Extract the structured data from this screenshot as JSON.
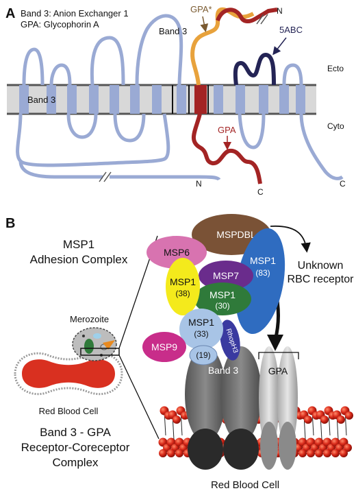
{
  "panel_a": {
    "letter": "A",
    "legend_line1": "Band 3: Anion Exchanger 1",
    "legend_line2": "GPA: Glycophorin A",
    "band3_top_label": "Band 3",
    "band3_membrane_label": "Band 3",
    "gpa_star_label": "GPA*",
    "gpa_label": "GPA",
    "n_top": "N",
    "n_bottom": "N",
    "five_abc_label": "5ABC",
    "ecto_label": "Ecto",
    "cyto_label": "Cyto",
    "c_label_1": "C",
    "c_label_2": "C",
    "colors": {
      "band3": "#9aaad4",
      "gpa": "#a32424",
      "gpa_star": "#e8a23c",
      "five_abc": "#242455",
      "membrane": "#d8d8d8"
    }
  },
  "panel_b": {
    "letter": "B",
    "msp1_complex_line1": "MSP1",
    "msp1_complex_line2": "Adhesion Complex",
    "merozoite_label": "Merozoite",
    "rbc_label": "Red Blood Cell",
    "receptor_line1": "Band 3 - GPA",
    "receptor_line2": "Receptor-Coreceptor",
    "receptor_line3": "Complex",
    "unknown_line1": "Unknown",
    "unknown_line2": "RBC receptor",
    "proteins": {
      "mspdbl": "MSPDBL",
      "msp6": "MSP6",
      "msp1_83": "MSP1",
      "msp1_83_sub": "(83)",
      "msp1_38": "MSP1",
      "msp1_38_sub": "(38)",
      "msp7": "MSP7",
      "msp1_30": "MSP1",
      "msp1_30_sub": "(30)",
      "msp1_33": "MSP1",
      "msp1_33_sub": "(33)",
      "msp1_19_sub": "(19)",
      "rhoph3": "RhopH3",
      "msp9": "MSP9"
    },
    "band3_label": "Band 3",
    "gpa_label": "GPA",
    "membrane_label": "Red Blood Cell",
    "colors": {
      "mspdbl": "#7a5236",
      "msp6": "#d873b0",
      "msp1_83": "#2f6cc0",
      "msp1_38": "#f4ea1c",
      "msp7": "#6a2c8c",
      "msp1_30": "#2f7a3a",
      "msp1_33": "#a8c4e6",
      "rhoph3": "#3a3aa0",
      "msp9": "#c82d8a",
      "rbc": "#e03020"
    }
  }
}
